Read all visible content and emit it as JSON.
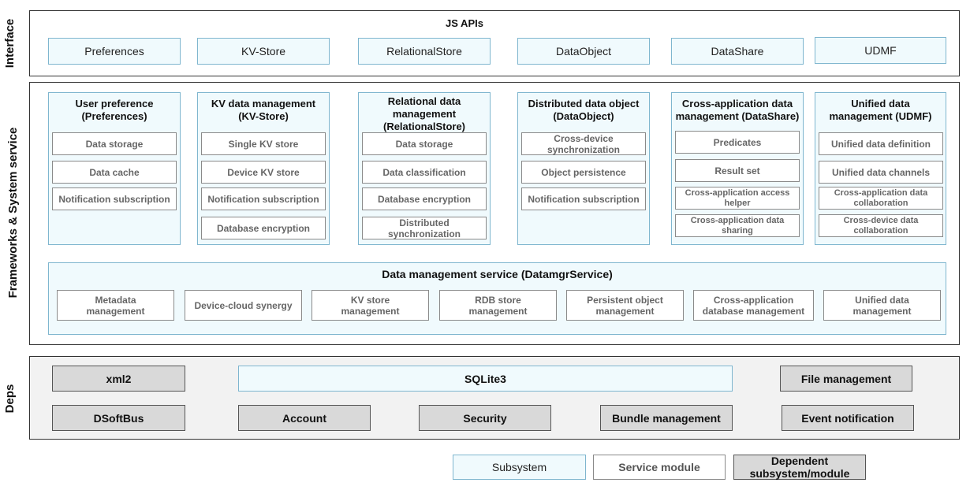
{
  "layers": {
    "interface": "Interface",
    "frameworks": "Frameworks & System service",
    "deps": "Deps"
  },
  "interface": {
    "title": "JS APIs",
    "apis": [
      "Preferences",
      "KV-Store",
      "RelationalStore",
      "DataObject",
      "DataShare",
      "UDMF"
    ]
  },
  "subsystems": [
    {
      "title": "User preference\n(Preferences)",
      "modules": [
        "Data storage",
        "Data cache",
        "Notification subscription"
      ]
    },
    {
      "title": "KV data management\n(KV-Store)",
      "modules": [
        "Single KV store",
        "Device KV store",
        "Notification subscription",
        "Database encryption"
      ]
    },
    {
      "title": "Relational data\nmanagement\n(RelationalStore)",
      "modules": [
        "Data storage",
        "Data classification",
        "Database encryption",
        "Distributed\nsynchronization"
      ]
    },
    {
      "title": "Distributed data object\n(DataObject)",
      "modules": [
        "Cross-device\nsynchronization",
        "Object persistence",
        "Notification subscription"
      ]
    },
    {
      "title": "Cross-application data\nmanagement (DataShare)",
      "modules": [
        "Predicates",
        "Result set",
        "Cross-application access\nhelper",
        "Cross-application data\nsharing"
      ]
    },
    {
      "title": "Unified data\nmanagement (UDMF)",
      "modules": [
        "Unified data definition",
        "Unified data channels",
        "Cross-application data\ncollaboration",
        "Cross-device data\ncollaboration"
      ]
    }
  ],
  "service": {
    "title": "Data management service (DatamgrService)",
    "modules": [
      "Metadata\nmanagement",
      "Device-cloud synergy",
      "KV store\nmanagement",
      "RDB store\nmanagement",
      "Persistent object\nmanagement",
      "Cross-application\ndatabase management",
      "Unified data\nmanagement"
    ]
  },
  "deps": {
    "xml2": "xml2",
    "sqlite": "SQLite3",
    "file_management": "File management",
    "dsoftbus": "DSoftBus",
    "account": "Account",
    "security": "Security",
    "bundle_management": "Bundle management",
    "event_notification": "Event notification"
  },
  "legend": {
    "subsystem": "Subsystem",
    "service_module": "Service module",
    "dependent": "Dependent\nsubsystem/module"
  },
  "colors": {
    "subsystem_fill": "#f0fafd",
    "subsystem_border": "#7fb6cf",
    "dependent_fill": "#d9d9d9"
  }
}
